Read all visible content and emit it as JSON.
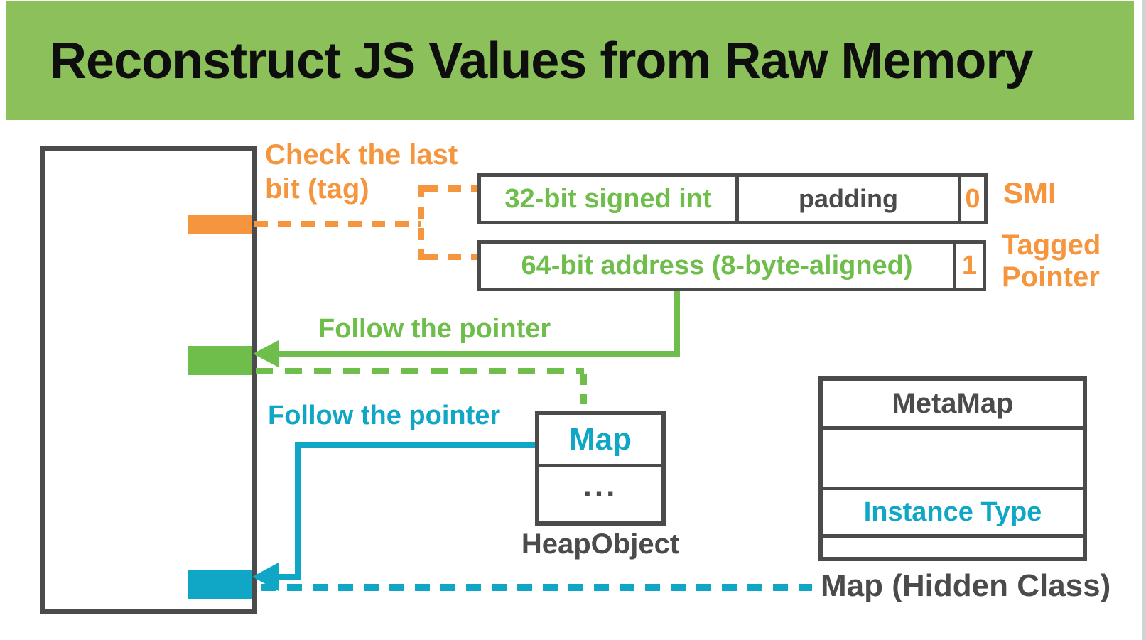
{
  "title": "Reconstruct JS Values from Raw Memory",
  "colors": {
    "header_green": "#8CC05B",
    "diagram_green": "#6FBE4C",
    "orange": "#F5953D",
    "cyan": "#10A6C5",
    "dark_gray": "#4B4B4B",
    "title_black": "#0E0E0E"
  },
  "annotations": {
    "check_tag": {
      "line1": "Check the last",
      "line2": "bit (tag)"
    },
    "smi": "SMI",
    "tagged_pointer": {
      "line1": "Tagged",
      "line2": "Pointer"
    },
    "follow_pointer_green": "Follow the pointer",
    "follow_pointer_cyan": "Follow the pointer",
    "heap_object": "HeapObject",
    "map_hidden_class": "Map (Hidden Class)"
  },
  "smi_row": {
    "value_cell": "32-bit signed int",
    "padding_cell": "padding",
    "tag_cell": "0"
  },
  "tagged_row": {
    "value_cell": "64-bit address (8-byte-aligned)",
    "tag_cell": "1"
  },
  "heap_object": {
    "map_cell": "Map",
    "rest_cell": "..."
  },
  "metamap": {
    "rows": [
      "MetaMap",
      "",
      "Instance Type",
      ""
    ]
  }
}
